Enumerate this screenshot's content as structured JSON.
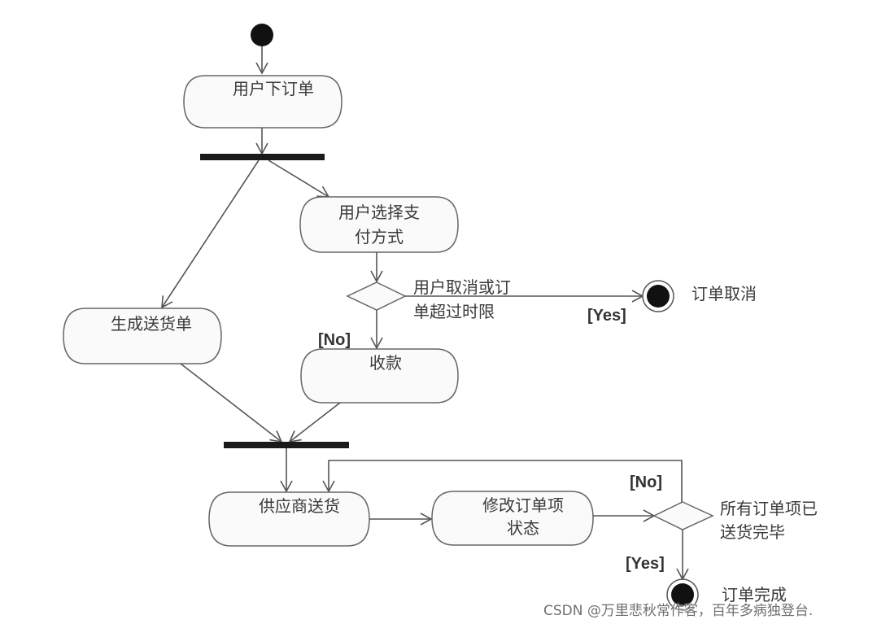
{
  "diagram": {
    "type": "uml-activity",
    "colors": {
      "stroke": "#555555",
      "node_fill": "#fafafa",
      "bar": "#1a1a1a",
      "text": "#3a3a3a"
    },
    "actions": {
      "place_order": "用户下订单",
      "choose_payment_line1": "用户选择支",
      "choose_payment_line2": "付方式",
      "generate_delivery_note": "生成送货单",
      "collect_payment": "收款",
      "supplier_delivers": "供应商送货",
      "update_item_status_line1": "修改订单项",
      "update_item_status_line2": "状态"
    },
    "decisions": {
      "cancel_condition_line1": "用户取消或订",
      "cancel_condition_line2": "单超过时限",
      "all_delivered_line1": "所有订单项已",
      "all_delivered_line2": "送货完毕"
    },
    "guards": {
      "cancel_yes": "[Yes]",
      "cancel_no": "[No]",
      "delivered_no": "[No]",
      "delivered_yes": "[Yes]"
    },
    "final_states": {
      "order_cancelled": "订单取消",
      "order_completed": "订单完成"
    }
  },
  "watermark": "CSDN @万里悲秋常作客，百年多病独登台."
}
